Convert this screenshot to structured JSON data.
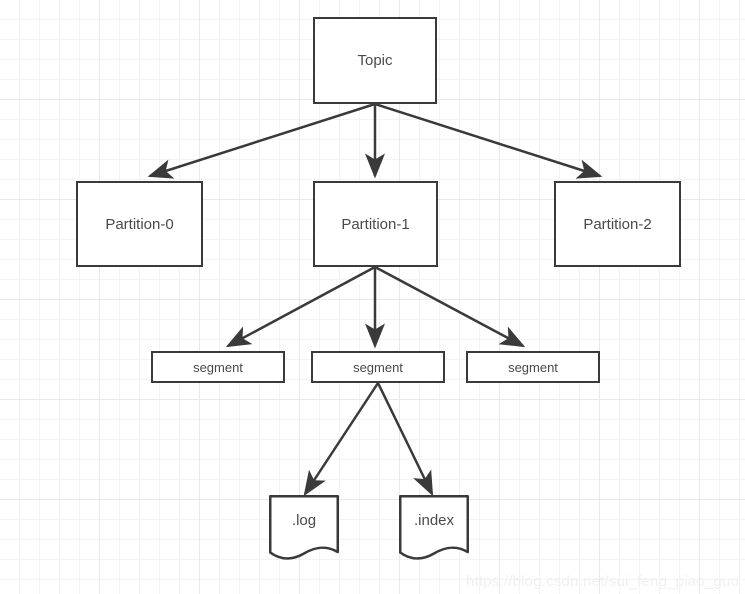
{
  "diagram": {
    "title_node": {
      "label": "Topic"
    },
    "partitions": [
      {
        "label": "Partition-0"
      },
      {
        "label": "Partition-1"
      },
      {
        "label": "Partition-2"
      }
    ],
    "segments": [
      {
        "label": "segment"
      },
      {
        "label": "segment"
      },
      {
        "label": "segment"
      }
    ],
    "files": [
      {
        "label": ".log"
      },
      {
        "label": ".index"
      }
    ]
  },
  "watermark": {
    "text": "https://blog.csdn.net/sui_feng_piao_guo"
  },
  "colors": {
    "stroke": "#3a3a3a",
    "text": "#4a4a4a",
    "fill": "#ffffff",
    "grid_minor": "#f4f4f4",
    "grid_major": "#e9e9e9",
    "watermark": "#f0f0f0"
  }
}
